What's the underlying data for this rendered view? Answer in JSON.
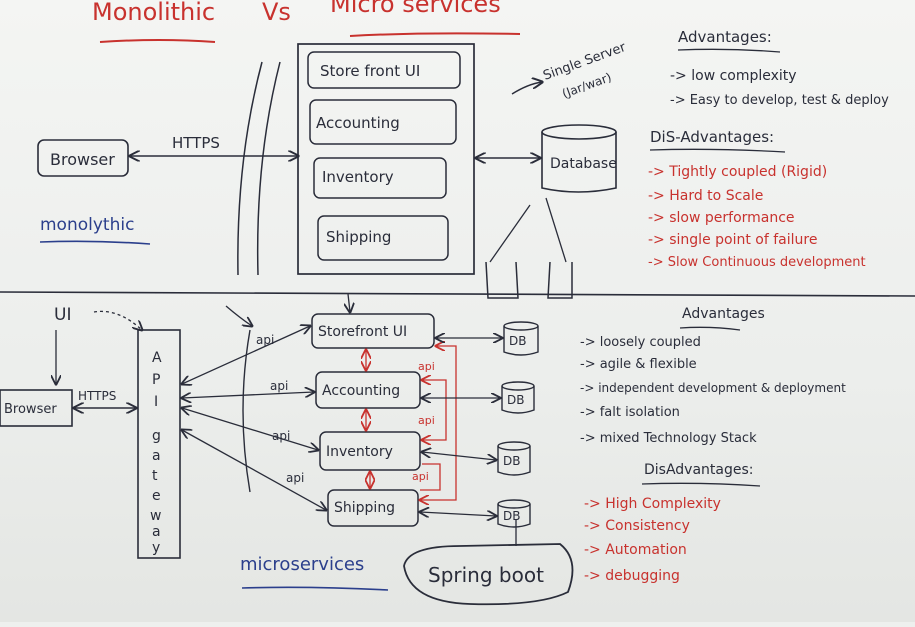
{
  "title": {
    "left": "Monolithic",
    "vs": "Vs",
    "right": "Micro services"
  },
  "monolith": {
    "browser": "Browser",
    "https": "HTTPS",
    "modules": [
      "Store front UI",
      "Accounting",
      "Inventory",
      "Shipping"
    ],
    "database": "Database",
    "single_server_line1": "Single Server",
    "single_server_line2": "(Jar/war)",
    "label": "monolythic"
  },
  "monolith_advantages": {
    "heading": "Advantages:",
    "items": [
      "-> low complexity",
      "-> Easy to develop, test & deploy"
    ]
  },
  "monolith_disadvantages": {
    "heading": "DiS-Advantages:",
    "items": [
      "-> Tightly coupled (Rigid)",
      "-> Hard to Scale",
      "-> slow performance",
      "-> single point of failure",
      "-> Slow Continuous development"
    ]
  },
  "micro": {
    "ui": "UI",
    "browser": "Browser",
    "https": "HTTPS",
    "gateway_letters": [
      "A",
      "P",
      "I",
      "g",
      "a",
      "t",
      "e",
      "w",
      "a",
      "y"
    ],
    "api_label": "api",
    "services": [
      "Storefront UI",
      "Accounting",
      "Inventory",
      "Shipping"
    ],
    "db_label": "DB",
    "label": "microservices",
    "spring_boot": "Spring boot"
  },
  "micro_advantages": {
    "heading": "Advantages",
    "items": [
      "-> loosely coupled",
      "-> agile & flexible",
      "-> independent development & deployment",
      "-> falt isolation",
      "-> mixed Technology Stack"
    ]
  },
  "micro_disadvantages": {
    "heading": "DisAdvantages:",
    "items": [
      "-> High Complexity",
      "-> Consistency",
      "-> Automation",
      "-> debugging"
    ]
  },
  "colors": {
    "ink": "#2a2d3a",
    "red": "#c8322e",
    "blue": "#2b3f8c",
    "board": "#f4f5f3"
  }
}
